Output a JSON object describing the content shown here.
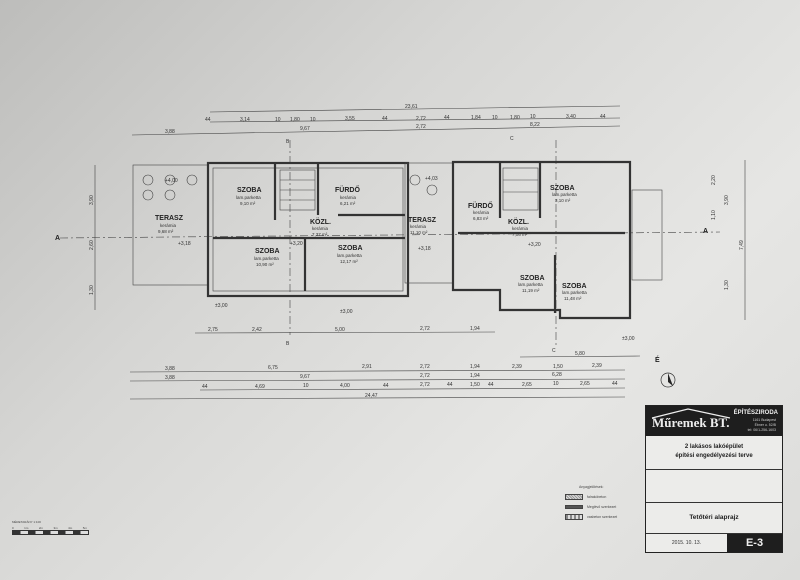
{
  "drawing": {
    "rooms": [
      {
        "name": "TERASZ",
        "material": "kerámia",
        "area": "9,68 m²"
      },
      {
        "name": "SZOBA",
        "material": "lam.parketta",
        "area": "9,10 m²"
      },
      {
        "name": "FÜRDŐ",
        "material": "kerámia",
        "area": "6,21 m²"
      },
      {
        "name": "KÖZL.",
        "material": "kerámia",
        "area": "7,37 m²"
      },
      {
        "name": "SZOBA",
        "material": "lam.parketta",
        "area": "10,90 m²"
      },
      {
        "name": "SZOBA",
        "material": "lam.parketta",
        "area": "12,17 m²"
      },
      {
        "name": "TERASZ",
        "material": "kerámia",
        "area": "11,10 m²"
      },
      {
        "name": "FÜRDŐ",
        "material": "kerámia",
        "area": "6,83 m²"
      },
      {
        "name": "KÖZL.",
        "material": "kerámia",
        "area": "7,06 m²"
      },
      {
        "name": "SZOBA",
        "material": "lam.parketta",
        "area": "3,10 m²"
      },
      {
        "name": "SZOBA",
        "material": "lam.parketta",
        "area": "11,19 m²"
      },
      {
        "name": "SZOBA",
        "material": "lam.parketta",
        "area": "11,48 m²"
      }
    ],
    "levels": [
      "+3,18",
      "+3,18",
      "+3,20",
      "+3,20",
      "±3,00",
      "±3,00",
      "±3,00",
      "+4,00",
      "+4,03"
    ],
    "section_marks": [
      "A",
      "A",
      "B",
      "B",
      "C",
      "C"
    ],
    "north_label": "É",
    "top_dims": {
      "row1": [
        "23,61"
      ],
      "row2": [
        "44",
        "3,14",
        "10",
        "1,80",
        "10",
        "3,55",
        "44",
        "2,72",
        "44",
        "1,84",
        "10",
        "1,80",
        "10",
        "3,40",
        "44"
      ],
      "row3": [
        "3,88",
        "9,67",
        "2,72",
        "8,22"
      ]
    },
    "bottom_dims": {
      "row0": [
        "2,75",
        "2,42",
        "5,00",
        "2,72",
        "1,94",
        "5,80"
      ],
      "row1": [
        "3,88",
        "6,75",
        "2,91",
        "2,72",
        "1,94",
        "2,39",
        "1,50",
        "2,39"
      ],
      "row2": [
        "3,88",
        "9,67",
        "2,72",
        "1,94",
        "6,28"
      ],
      "row3": [
        "44",
        "4,69",
        "10",
        "4,00",
        "44",
        "2,72",
        "44",
        "1,50",
        "44",
        "2,65",
        "10",
        "2,65",
        "44"
      ],
      "row4": [
        "24,47"
      ]
    },
    "right_dims": [
      "7,49",
      "2,20",
      "1,10",
      "3,90",
      "1,30"
    ],
    "left_dims": [
      "3,90",
      "2,60",
      "1,30"
    ]
  },
  "title_block": {
    "logo": "Műremek BT.",
    "office": "ÉPÍTÉSZIRODA",
    "address": [
      "1161 Budapest",
      "Ébner u. 52/B",
      "tel: 06/1-256-1603"
    ],
    "project_line1": "2 lakásos lakóépület",
    "project_line2": "építési engedélyezési terve",
    "sheet_title": "Tetőtéri alaprajz",
    "date": "2015. 10. 13.",
    "sheet_number": "E-3"
  },
  "legend": {
    "title": "Anyagjelölések:",
    "items": [
      "falrakóbeton",
      "Meglévő szerkezet",
      "vasbeton szerkezet"
    ]
  },
  "scale_bar": {
    "label": "MÉRETARÁNY 1:100",
    "ticks": [
      "0",
      "1m",
      "2m",
      "3m",
      "4m",
      "5m"
    ]
  }
}
